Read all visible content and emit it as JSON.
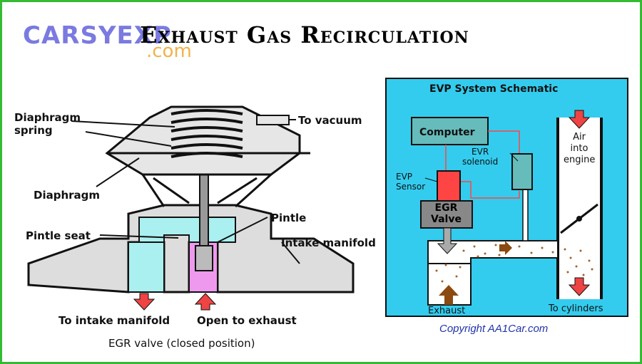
{
  "logo": {
    "main": "CARSYEXP",
    "sub": ".com"
  },
  "title": "Exhaust Gas Recirculation",
  "valve": {
    "labels": {
      "diaphragm_spring": "Diaphragm\nspring",
      "to_vacuum": "To vacuum",
      "diaphragm": "Diaphragm",
      "pintle": "Pintle",
      "pintle_seat": "Pintle seat",
      "intake_manifold": "Intake manifold",
      "to_intake_manifold": "To intake manifold",
      "open_to_exhaust": "Open to exhaust",
      "caption": "EGR valve (closed position)"
    }
  },
  "schematic": {
    "title": "EVP System Schematic",
    "computer": "Computer",
    "evr_solenoid": "EVR\nsolenoid",
    "evp_sensor": "EVP\nSensor",
    "egr_valve": "EGR\nValve",
    "air_into_engine": "Air\ninto\nengine",
    "exhaust": "Exhaust",
    "to_cylinders": "To cylinders"
  },
  "copyright": "Copyright AA1Car.com",
  "colors": {
    "frame": "#33bb33",
    "schematic_bg": "#33ccee",
    "intake_passage": "#aaf0f0",
    "exhaust_port": "#ee99ee",
    "arrow_red": "#ee4444",
    "arrow_brown": "#8b4a10",
    "computer_box": "#66bbbb",
    "sensor_box": "#ff4444",
    "egr_box": "#888888"
  }
}
